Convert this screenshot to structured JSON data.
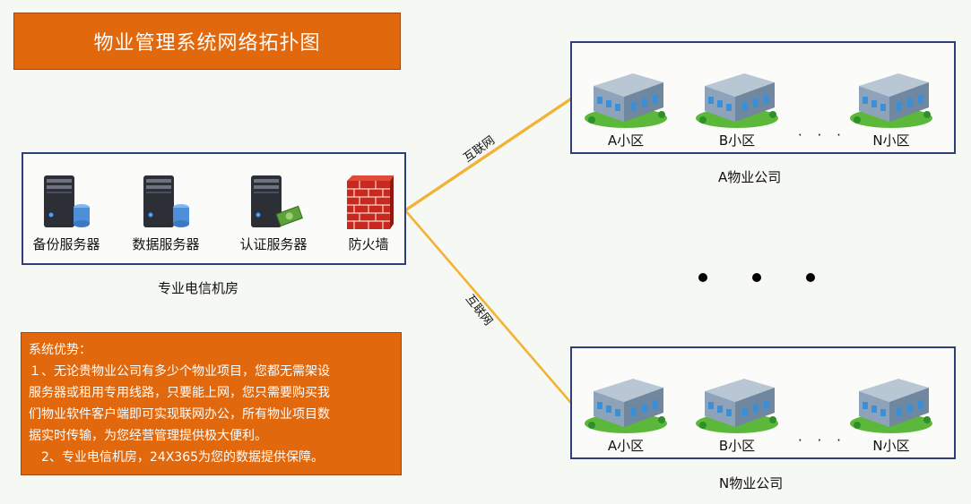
{
  "title": "物业管理系统网络拓扑图",
  "server_room": {
    "caption": "专业电信机房",
    "nodes": [
      {
        "label": "备份服务器"
      },
      {
        "label": "数据服务器"
      },
      {
        "label": "认证服务器"
      },
      {
        "label": "防火墙"
      }
    ]
  },
  "links": {
    "top_label": "互联网",
    "bottom_label": "互联网"
  },
  "advantages": {
    "heading": "系统优势：",
    "lines": [
      "１、无论贵物业公司有多少个物业项目，您都无需架设",
      "服务器或租用专用线路，只要能上网，您只需要购买我",
      "们物业软件客户端即可实现联网办公，所有物业项目数",
      "据实时传输，为您经营管理提供极大便利。",
      "　2、专业电信机房，24X365为您的数据提供保障。"
    ]
  },
  "companies": [
    {
      "caption": "A物业公司",
      "communities": [
        "A小区",
        "B小区",
        "N小区"
      ],
      "ellipsis": "· · ·"
    },
    {
      "caption": "N物业公司",
      "communities": [
        "A小区",
        "B小区",
        "N小区"
      ],
      "ellipsis": "· · ·"
    }
  ],
  "colors": {
    "title_bg": "#e2680d",
    "panel_border": "#2d3e78",
    "link": "#f2b233"
  }
}
